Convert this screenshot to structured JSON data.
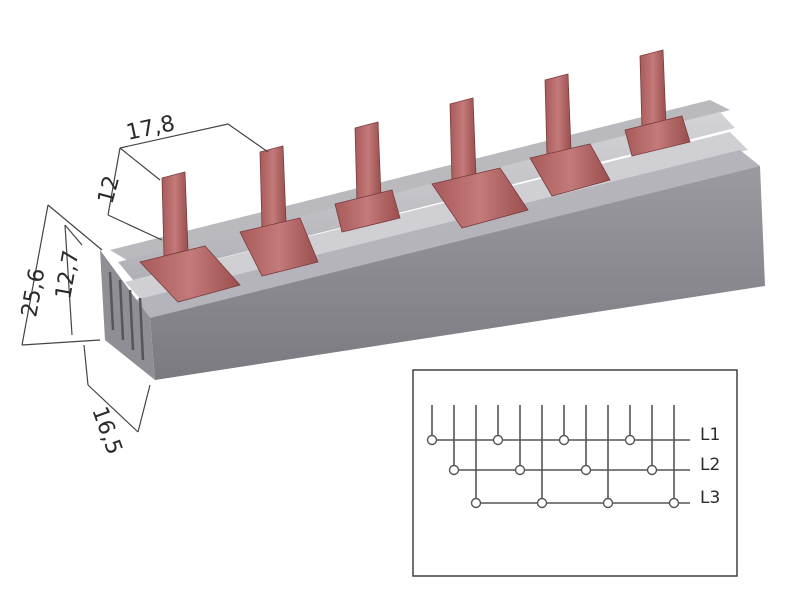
{
  "dimensions": {
    "width_top": "17,8",
    "pin_height": "12",
    "total_height": "25,6",
    "body_height": "12,7",
    "depth": "16,5"
  },
  "schematic": {
    "phases": [
      "L1",
      "L2",
      "L3"
    ],
    "pins_per_phase": 4
  },
  "colors": {
    "copper": "#b86a6a",
    "body": "#8c8c90",
    "rail": "#c8c8cc"
  }
}
